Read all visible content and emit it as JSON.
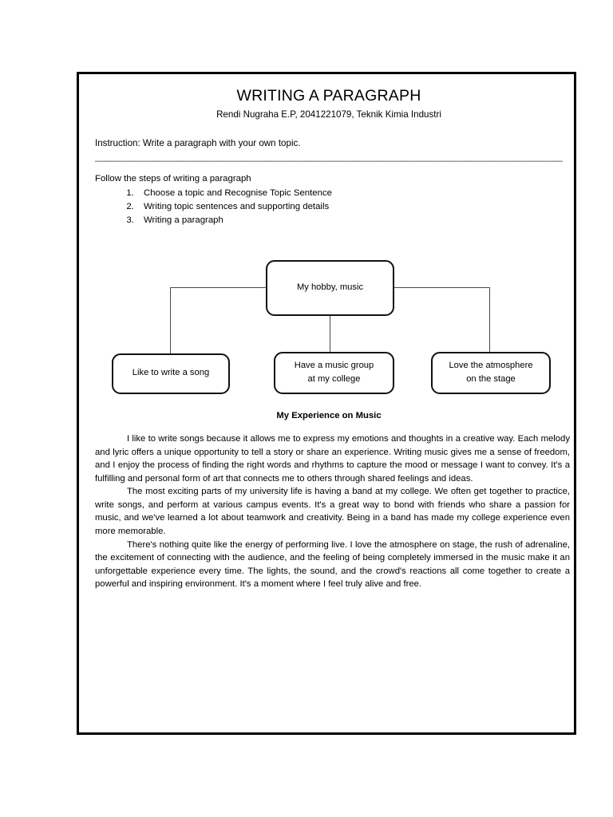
{
  "document": {
    "title": "WRITING A PARAGRAPH",
    "subtitle": "Rendi Nugraha E.P, 2041221079, Teknik Kimia Industri",
    "instruction": "Instruction: Write a paragraph with your own topic.",
    "divider": "________________________________________________________________________________________________",
    "steps_heading": "Follow the steps of writing a paragraph",
    "steps": [
      "Choose a topic and Recognise Topic Sentence",
      "Writing topic sentences and supporting details",
      "Writing a paragraph"
    ]
  },
  "diagram": {
    "root": "My hobby, music",
    "leaves": [
      "Like to write a song",
      "Have a music group\nat my college",
      "Love the atmosphere\non the stage"
    ],
    "leaf_lines": [
      [
        "Like to write a song"
      ],
      [
        "Have a music group",
        "at my college"
      ],
      [
        "Love the atmosphere",
        "on the stage"
      ]
    ]
  },
  "essay": {
    "title": "My Experience on Music",
    "paragraphs": [
      "I like to write songs because it allows me to express my emotions and thoughts in a creative way. Each melody and lyric offers a unique opportunity to tell a story or share an experience. Writing music gives me a sense of freedom, and I enjoy the process of finding the right words and rhythms to capture the mood or message I want to convey. It's a fulfilling and personal form of art that connects me to others through shared feelings and ideas.",
      "The most exciting parts of my university life is having a band at my college. We often get together to practice, write songs, and perform at various campus events. It's a great way to bond with friends who share a passion for music, and we've learned a lot about teamwork and creativity. Being in a band has made my college experience even more memorable.",
      "There's nothing quite like the energy of performing live. I love the atmosphere on stage, the rush of adrenaline, the excitement of connecting with the audience, and the feeling of being completely immersed in the music make it an unforgettable experience every time. The lights, the sound, and the crowd's reactions all come together to create a powerful and inspiring environment. It's a moment where I feel truly alive and free."
    ]
  },
  "colors": {
    "page_background": "#ffffff",
    "text": "#000000",
    "border": "#000000",
    "connector": "#4a4a4a"
  }
}
